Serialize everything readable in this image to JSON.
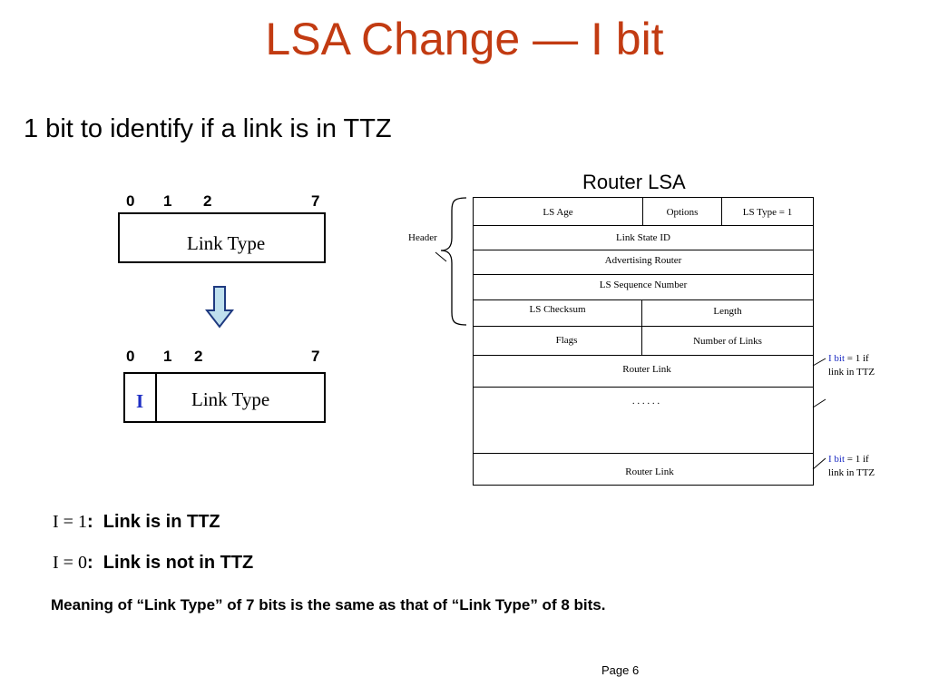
{
  "slide": {
    "title": "LSA Change — I bit",
    "subtitle": "1 bit to identify if a link is in TTZ",
    "page": "Page 6"
  },
  "field_before": {
    "bit_labels": [
      "0",
      "1",
      "2",
      "7"
    ],
    "label": "Link Type"
  },
  "field_after": {
    "bit_labels": [
      "0",
      "1",
      "2",
      "7"
    ],
    "i_label": "I",
    "label": "Link Type"
  },
  "router_lsa": {
    "title": "Router LSA",
    "header_label": "Header",
    "rows": {
      "ls_age": "LS Age",
      "options": "Options",
      "ls_type": "LS Type = 1",
      "link_state_id": "Link State ID",
      "advertising_router": "Advertising Router",
      "ls_sequence_number": "LS Sequence Number",
      "ls_checksum": "LS Checksum",
      "length": "Length",
      "flags": "Flags",
      "number_of_links": "Number of Links",
      "router_link_1": "Router Link",
      "ellipsis": ". . . . . .",
      "router_link_2": "Router Link"
    },
    "ibit_note_1": {
      "ibit": "I bit",
      "rest1": " = 1 if",
      "rest2": "link in TTZ"
    },
    "ibit_note_2": {
      "ibit": "I bit",
      "rest1": " = 1 if",
      "rest2": "link in TTZ"
    }
  },
  "legend": {
    "line1_expr": "I = 1",
    "line1_text": "Link is in TTZ",
    "line2_expr": "I = 0",
    "line2_text": "Link is not in TTZ"
  },
  "note": "Meaning of “Link Type” of 7 bits is the same as that of “Link Type” of 8 bits.",
  "colors": {
    "title": "#c23b12",
    "ibit": "#1f2fc4",
    "arrow_fill": "#bfe0ee",
    "arrow_stroke": "#1f3a80"
  }
}
